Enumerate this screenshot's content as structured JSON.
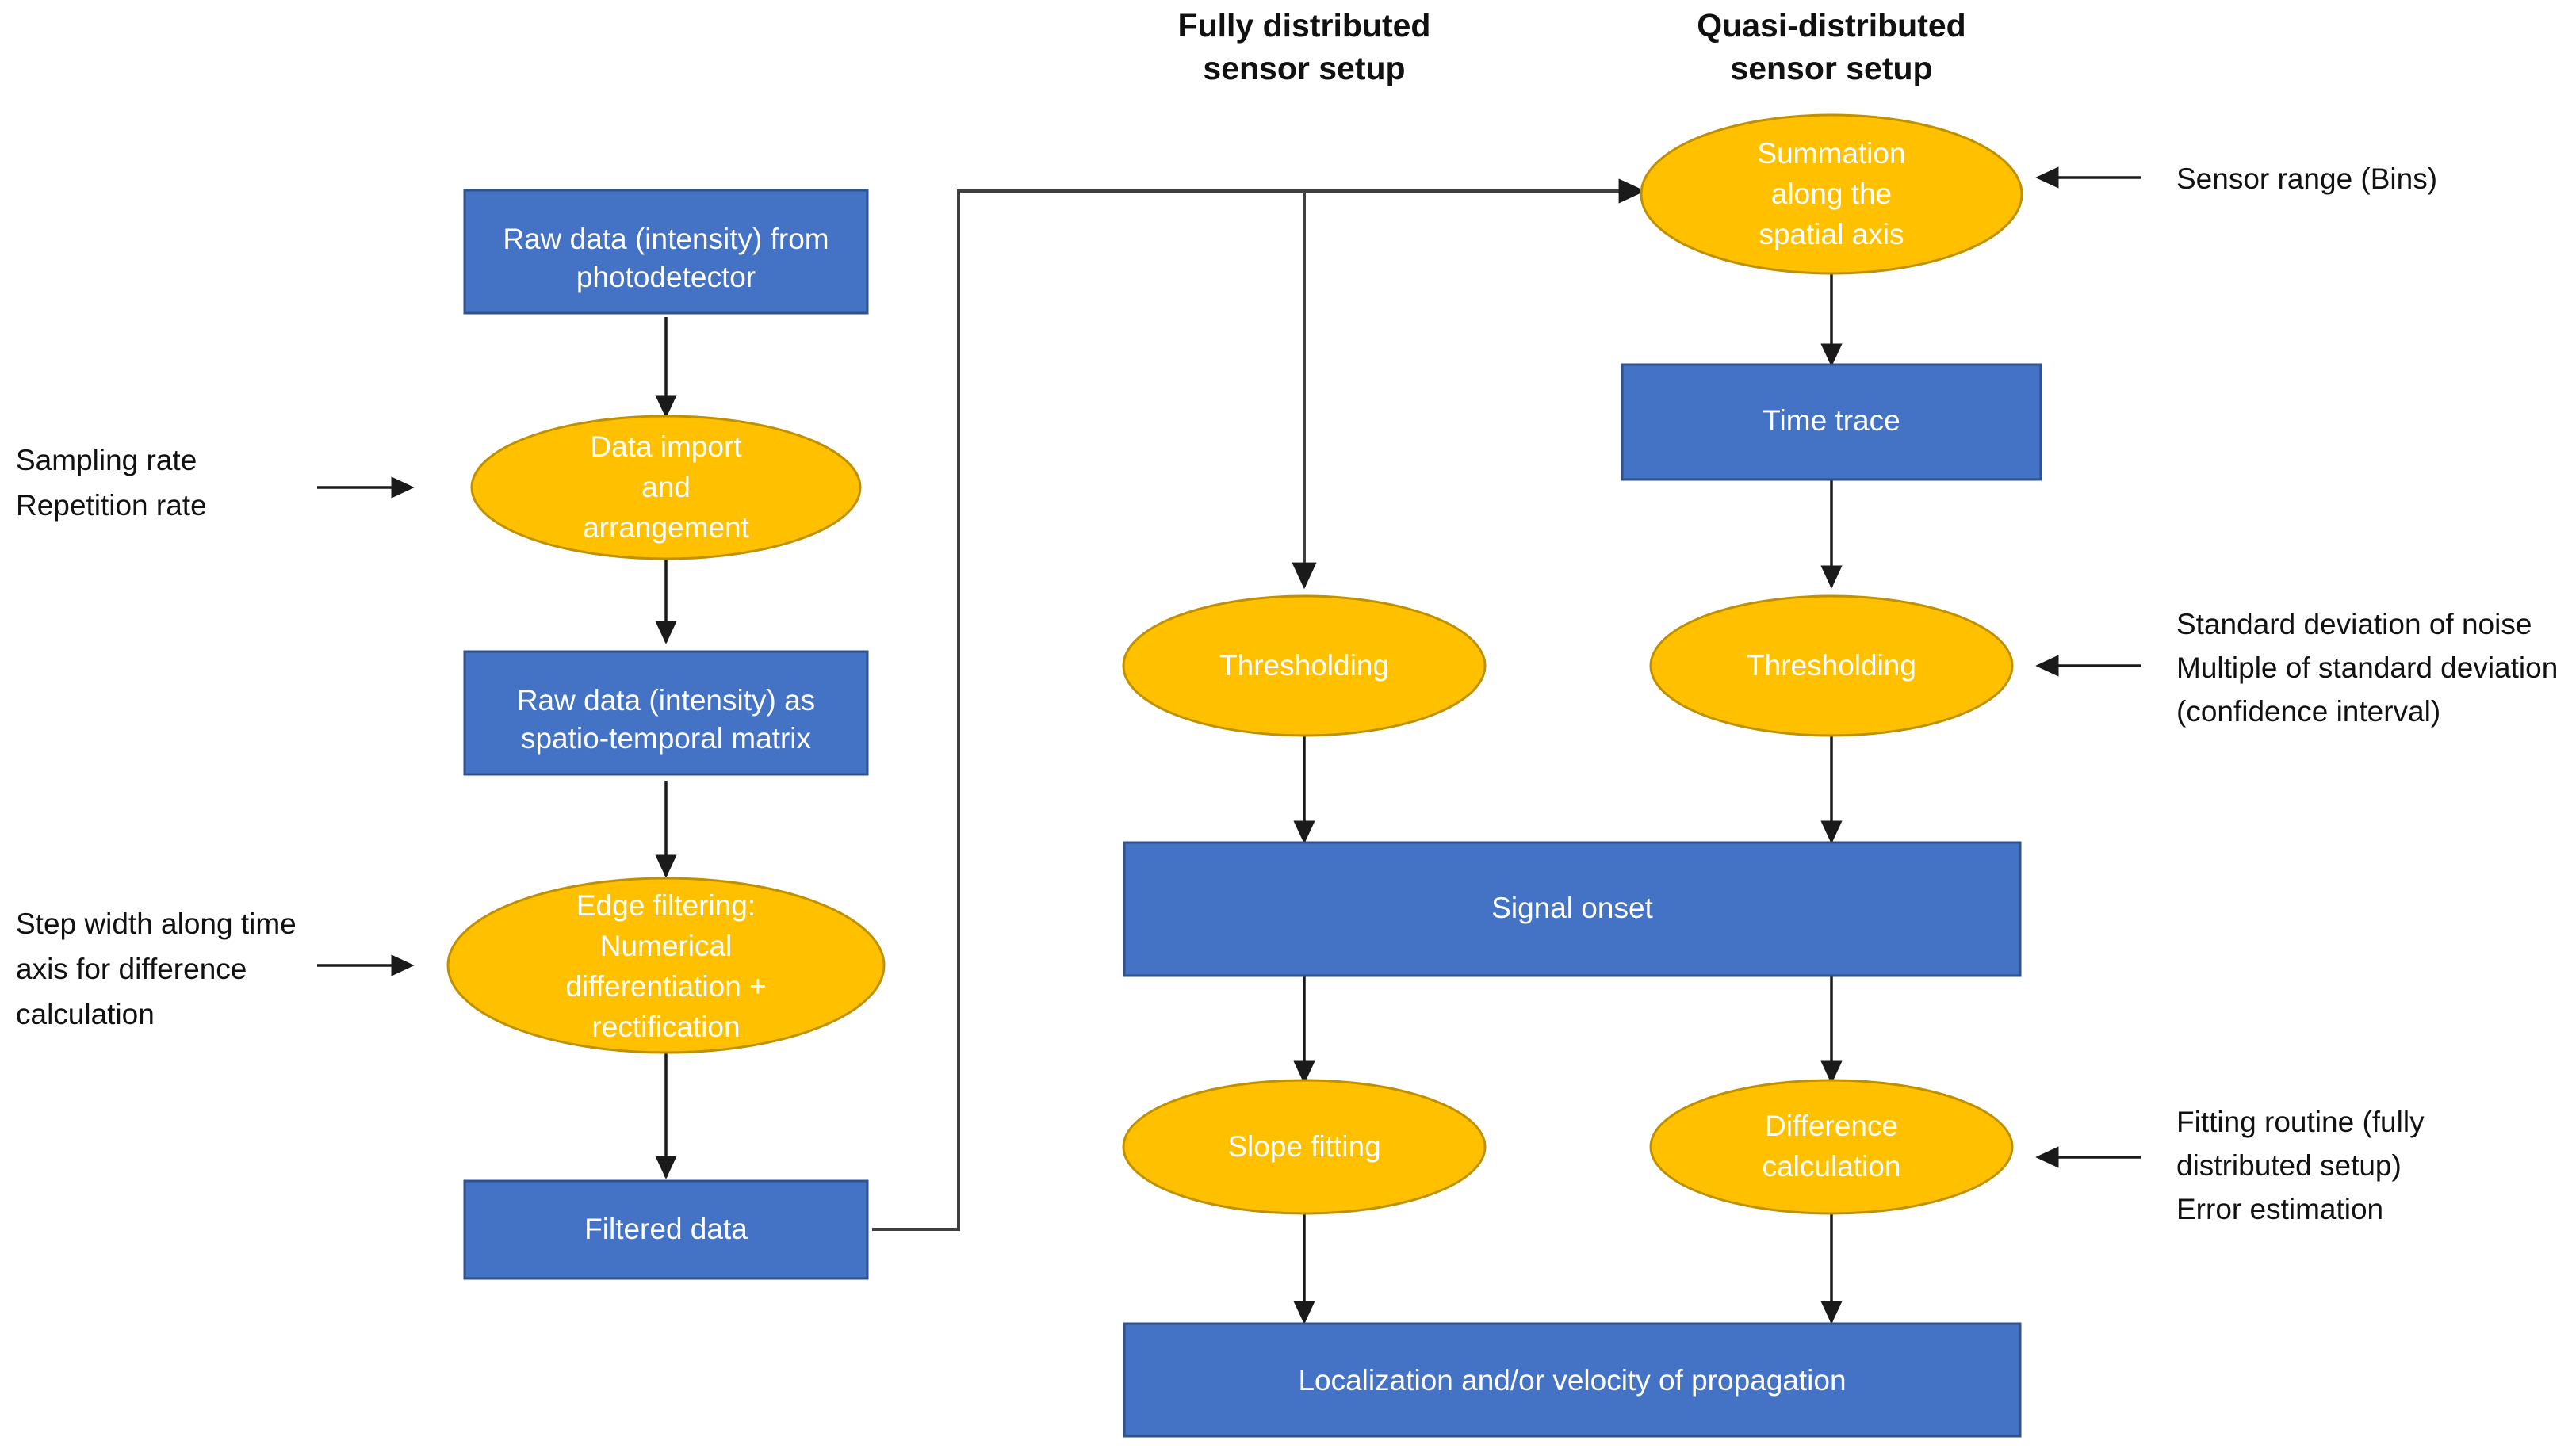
{
  "diagram": {
    "title_columns": [
      {
        "id": "fully-distributed",
        "line1": "Fully distributed",
        "line2": "sensor setup"
      },
      {
        "id": "quasi-distributed",
        "line1": "Quasi-distributed",
        "line2": "sensor setup"
      }
    ],
    "colors": {
      "process_box_fill": "#4472C4",
      "process_box_stroke": "#2F528F",
      "decision_ellipse_fill": "#FFC000",
      "decision_ellipse_stroke": "#BF9000",
      "node_text": "#FFFFFF",
      "annotation_text": "#111111",
      "connector": "#404040",
      "background": "#FFFFFF"
    },
    "nodes": [
      {
        "id": "raw-data-photodetector",
        "shape": "rect",
        "lines": [
          "Raw data (intensity) from",
          "photodetector"
        ]
      },
      {
        "id": "data-import-arrangement",
        "shape": "ellipse",
        "lines": [
          "Data import",
          "and",
          "arrangement"
        ]
      },
      {
        "id": "raw-data-matrix",
        "shape": "rect",
        "lines": [
          "Raw data (intensity) as",
          "spatio-temporal matrix"
        ]
      },
      {
        "id": "edge-filtering",
        "shape": "ellipse",
        "lines": [
          "Edge filtering:",
          "Numerical",
          "differentiation +",
          "rectification"
        ]
      },
      {
        "id": "filtered-data",
        "shape": "rect",
        "lines": [
          "Filtered data"
        ]
      },
      {
        "id": "summation-spatial-axis",
        "shape": "ellipse",
        "lines": [
          "Summation",
          "along the",
          "spatial axis"
        ]
      },
      {
        "id": "time-trace",
        "shape": "rect",
        "lines": [
          "Time trace"
        ]
      },
      {
        "id": "thresholding-fully",
        "shape": "ellipse",
        "lines": [
          "Thresholding"
        ]
      },
      {
        "id": "thresholding-quasi",
        "shape": "ellipse",
        "lines": [
          "Thresholding"
        ]
      },
      {
        "id": "signal-onset",
        "shape": "rect",
        "lines": [
          "Signal onset"
        ]
      },
      {
        "id": "slope-fitting",
        "shape": "ellipse",
        "lines": [
          "Slope fitting"
        ]
      },
      {
        "id": "difference-calculation",
        "shape": "ellipse",
        "lines": [
          "Difference",
          "calculation"
        ]
      },
      {
        "id": "localization-velocity",
        "shape": "rect",
        "lines": [
          "Localization and/or velocity of propagation"
        ]
      }
    ],
    "annotations": [
      {
        "id": "sampling-repetition",
        "side": "left",
        "target": "data-import-arrangement",
        "lines": [
          "Sampling rate",
          "Repetition rate"
        ]
      },
      {
        "id": "step-width",
        "side": "left",
        "target": "edge-filtering",
        "lines": [
          "Step width along  time",
          "axis for difference",
          "calculation"
        ]
      },
      {
        "id": "sensor-range",
        "side": "right",
        "target": "summation-spatial-axis",
        "lines": [
          "Sensor range (Bins)"
        ]
      },
      {
        "id": "noise-std",
        "side": "right",
        "target": "thresholding-quasi",
        "lines": [
          "Standard deviation of noise",
          "Multiple of standard deviation",
          "(confidence interval)"
        ]
      },
      {
        "id": "fitting-routine",
        "side": "right",
        "target": "difference-calculation",
        "lines": [
          "Fitting routine (fully",
          "distributed setup)",
          "Error estimation"
        ]
      }
    ]
  }
}
